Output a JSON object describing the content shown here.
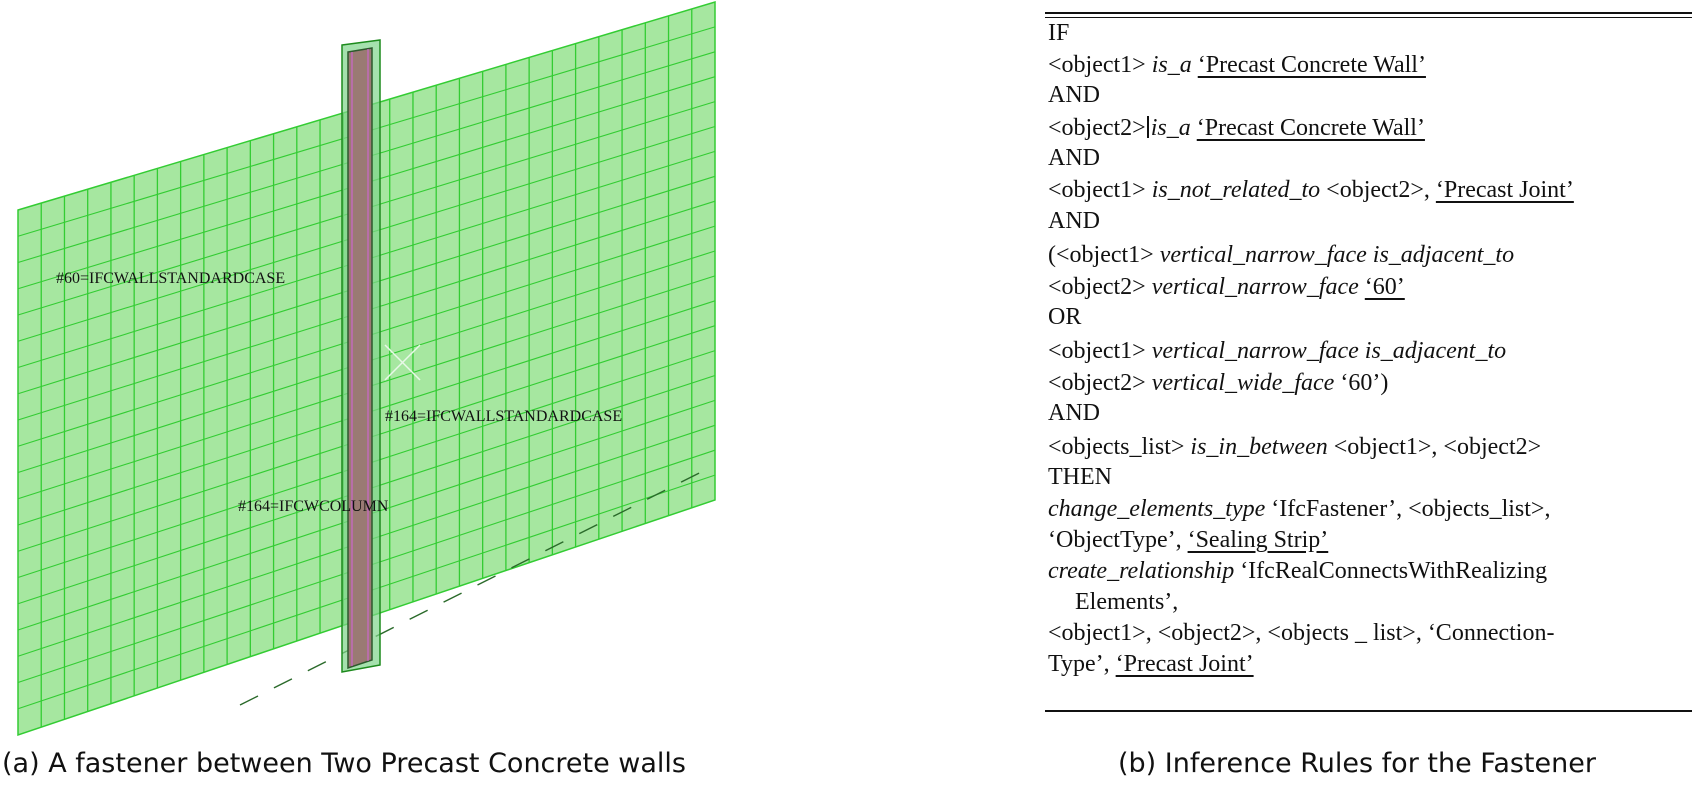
{
  "model": {
    "labels": {
      "wall1": "#60=IFCWALLSTANDARDCASE",
      "wall2": "#164=IFCWALLSTANDARDCASE",
      "column": "#164=IFCWCOLUMN"
    },
    "colors": {
      "wall_fill": "#a6e7a0",
      "grid": "#33cc33",
      "fastener": "#9a7a73",
      "highlight": "#cc66cc"
    }
  },
  "captions": {
    "left": "(a) A fastener between Two Precast Concrete walls",
    "right": "(b) Inference Rules for the Fastener"
  },
  "rules": {
    "if": "IF",
    "obj1": "<object1>",
    "obj2": "<object2>",
    "is_a": "is_a",
    "precast_wall": "‘Precast Concrete Wall’",
    "and": "AND",
    "or": "OR",
    "then": "THEN",
    "is_not_related_to": "is_not_related_to",
    "obj2_comma": "<object2>,",
    "precast_joint": "‘Precast Joint’",
    "paren_obj1": "(<object1>",
    "vnf_adjacent": "vertical_narrow_face is_adjacent_to",
    "vnf": "vertical_narrow_face",
    "sixty": "‘60’",
    "vwf": "vertical_wide_face",
    "sixty_close": "‘60’)",
    "objects_list": "<objects_list>",
    "is_in_between": "is_in_between",
    "obj1_obj2": "<object1>, <object2>",
    "change_type": "change_elements_type",
    "fastener_list": "‘IfcFastener’, <objects_list>,",
    "object_type": "‘ObjectType’,",
    "sealing_strip": "‘Sealing Strip’",
    "create_rel": "create_relationship",
    "ifc_rel": "‘IfcRealConnectsWithRealizing",
    "elements": "Elements’,",
    "conn_line": "<object1>, <object2>, <objects _ list>, ‘Connection-",
    "type_word": "Type’,"
  }
}
